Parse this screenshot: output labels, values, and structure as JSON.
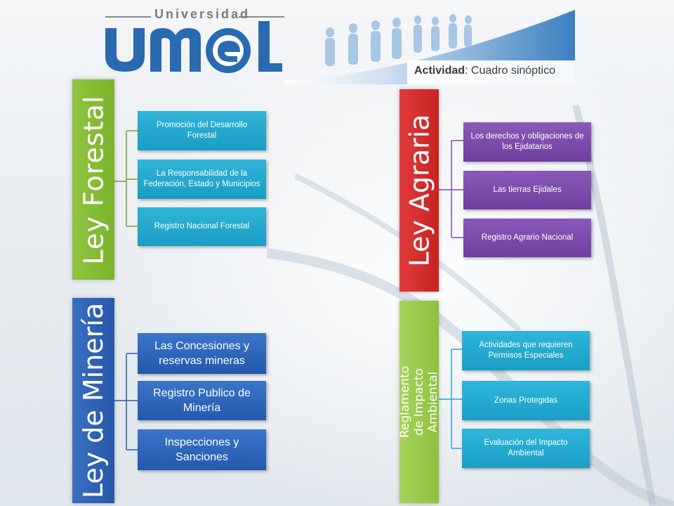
{
  "header": {
    "university_label": "Universidad",
    "logo_text": "UMEL",
    "activity_label": "Actividad",
    "activity_title": ": Cuadro sinóptico"
  },
  "colors": {
    "forestal": "#7cb42d",
    "mineria": "#2757a8",
    "agraria": "#c62424",
    "reglamento": "#8dc23e",
    "teal_box": "#1a9dc4",
    "purple_box": "#6e3f9f",
    "blue_box": "#2459ad"
  },
  "groups": {
    "forestal": {
      "title": "Ley Forestal",
      "items": [
        "Promoción del Desarrollo Forestal",
        "La Responsabilidad de la Federación, Estado y Municipios",
        "Registro Nacional Forestal"
      ]
    },
    "mineria": {
      "title": "Ley de Minería",
      "items": [
        "Las Concesiones y reservas mineras",
        "Registro Publico de Minería",
        "Inspecciones y Sanciones"
      ]
    },
    "agraria": {
      "title": "Ley Agraria",
      "items": [
        "Los derechos y obligaciones de los Ejidatarios",
        "Las tierras Ejidales",
        "Registro Agrario Nacional"
      ]
    },
    "reglamento": {
      "title": "Reglamento de Impacto Ambiental",
      "items": [
        "Actividades que requieren Permisos Especiales",
        "Zonas Protegidas",
        "Evaluación del Impacto Ambiental"
      ]
    }
  }
}
